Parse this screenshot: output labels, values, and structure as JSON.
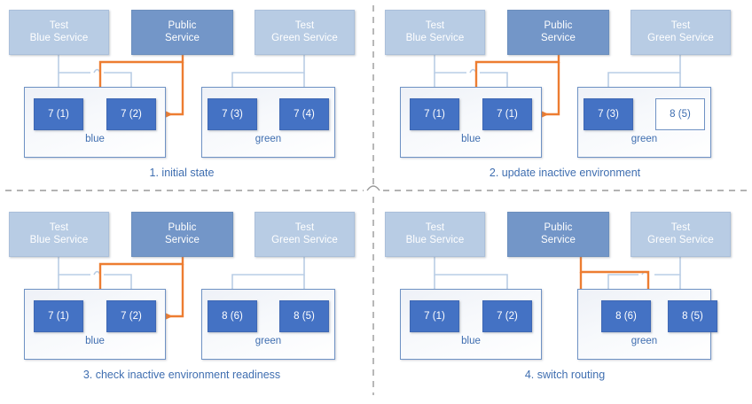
{
  "figure": {
    "title": "blue-green deployment sequence",
    "colors": {
      "test_service_fill": "#b8cce4",
      "public_service_fill": "#7396c8",
      "instance_fill": "#4472c4",
      "instance_ghost_fill": "#ffffff",
      "env_border": "#6f92c4",
      "routing_arrow": "#ed7d31",
      "test_arrow": "#b9cde5",
      "caption_text": "#3f6eb0",
      "divider": "#9a9a9a"
    },
    "services": {
      "test_blue": "Test\nBlue Service",
      "test_blue_line1": "Test",
      "test_blue_line2": "Blue Service",
      "public_line1": "Public",
      "public_line2": "Service",
      "test_green_line1": "Test",
      "test_green_line2": "Green Service"
    },
    "environments": {
      "blue": "blue",
      "green": "green"
    }
  },
  "panels": [
    {
      "id": "panel-1",
      "caption": "1. initial state",
      "blue": {
        "label": "blue",
        "instances": [
          "7 (1)",
          "7 (2)"
        ],
        "ghost": [
          false,
          false
        ]
      },
      "green": {
        "label": "green",
        "instances": [
          "7 (3)",
          "7 (4)"
        ],
        "ghost": [
          false,
          false
        ]
      },
      "routing_target": "blue"
    },
    {
      "id": "panel-2",
      "caption": "2. update inactive environment",
      "blue": {
        "label": "blue",
        "instances": [
          "7 (1)",
          "7 (1)"
        ],
        "ghost": [
          false,
          false
        ]
      },
      "green": {
        "label": "green",
        "instances": [
          "7 (3)",
          "8 (5)"
        ],
        "ghost": [
          false,
          true
        ]
      },
      "routing_target": "blue"
    },
    {
      "id": "panel-3",
      "caption": "3. check inactive environment readiness",
      "blue": {
        "label": "blue",
        "instances": [
          "7 (1)",
          "7 (2)"
        ],
        "ghost": [
          false,
          false
        ]
      },
      "green": {
        "label": "green",
        "instances": [
          "8 (6)",
          "8 (5)"
        ],
        "ghost": [
          false,
          false
        ]
      },
      "routing_target": "blue"
    },
    {
      "id": "panel-4",
      "caption": "4. switch routing",
      "blue": {
        "label": "blue",
        "instances": [
          "7 (1)",
          "7 (2)"
        ],
        "ghost": [
          false,
          false
        ]
      },
      "green": {
        "label": "green",
        "instances": [
          "8 (6)",
          "8 (5)"
        ],
        "ghost": [
          false,
          false
        ]
      },
      "routing_target": "green"
    }
  ]
}
